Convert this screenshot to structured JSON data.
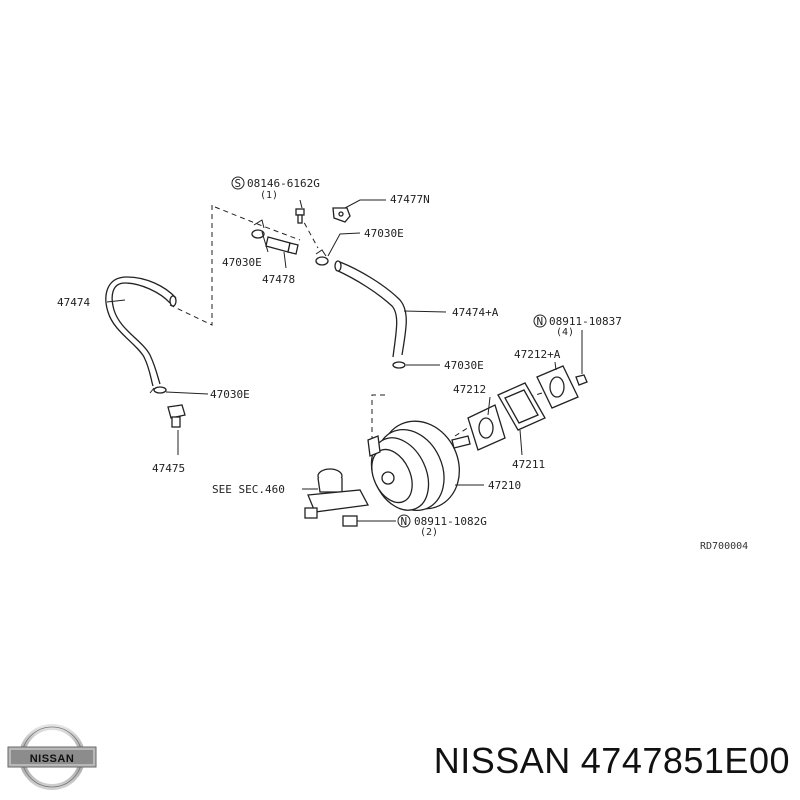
{
  "diagram": {
    "labels": {
      "bolt_08146": "08146-6162G",
      "bolt_08146_qty": "(1)",
      "bolt_08146_prefix": "S",
      "p47477N": "47477N",
      "p47030E_top_right": "47030E",
      "p47030E_top_left": "47030E",
      "p47478": "47478",
      "p47474": "47474",
      "p47474A": "47474+A",
      "nut_08911_10837": "08911-10837",
      "nut_08911_10837_qty": "(4)",
      "nut_prefix": "N",
      "p47212A": "47212+A",
      "p47030E_mid": "47030E",
      "p47212": "47212",
      "p47030E_left": "47030E",
      "p47211": "47211",
      "p47475": "47475",
      "p47210": "47210",
      "see_sec": "SEE SEC.460",
      "nut_08911_1082G": "08911-1082G",
      "nut_08911_1082G_qty": "(2)",
      "ref_code": "RD700004"
    },
    "brand": "NISSAN",
    "part_number": "4747851E00",
    "logo_text": "NISSAN"
  }
}
